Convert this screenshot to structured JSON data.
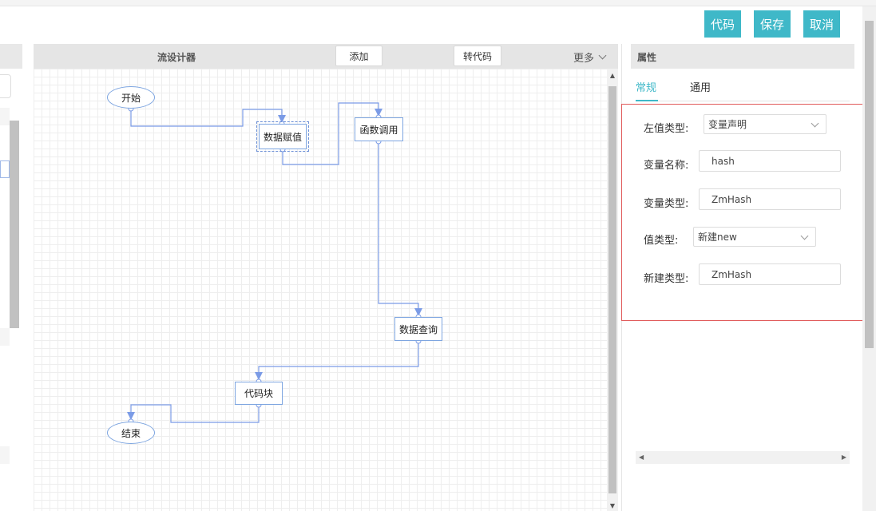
{
  "toolbar": {
    "code_label": "代码",
    "save_label": "保存",
    "cancel_label": "取消"
  },
  "designer": {
    "title": "流设计器",
    "add_label": "添加",
    "to_code_label": "转代码",
    "more_label": "更多"
  },
  "flow": {
    "nodes": [
      {
        "label": "开始"
      },
      {
        "label": "数据赋值"
      },
      {
        "label": "函数调用"
      },
      {
        "label": "数据查询"
      },
      {
        "label": "代码块"
      },
      {
        "label": "结束"
      }
    ]
  },
  "properties": {
    "title": "属性",
    "tabs": [
      {
        "label": "常规"
      },
      {
        "label": "通用"
      }
    ],
    "fields": {
      "lvalue_type": {
        "label": "左值类型:",
        "value": "变量声明"
      },
      "var_name": {
        "label": "变量名称:",
        "value": "hash"
      },
      "var_type": {
        "label": "变量类型:",
        "value": "ZmHash"
      },
      "value_type": {
        "label": "值类型:",
        "value": "新建new"
      },
      "new_type": {
        "label": "新建类型:",
        "value": "ZmHash"
      }
    }
  },
  "colors": {
    "accent": "#3fb8c8",
    "node_border": "#7da5e0",
    "link": "#7b9be6",
    "highlight_box": "#e05a5a"
  }
}
